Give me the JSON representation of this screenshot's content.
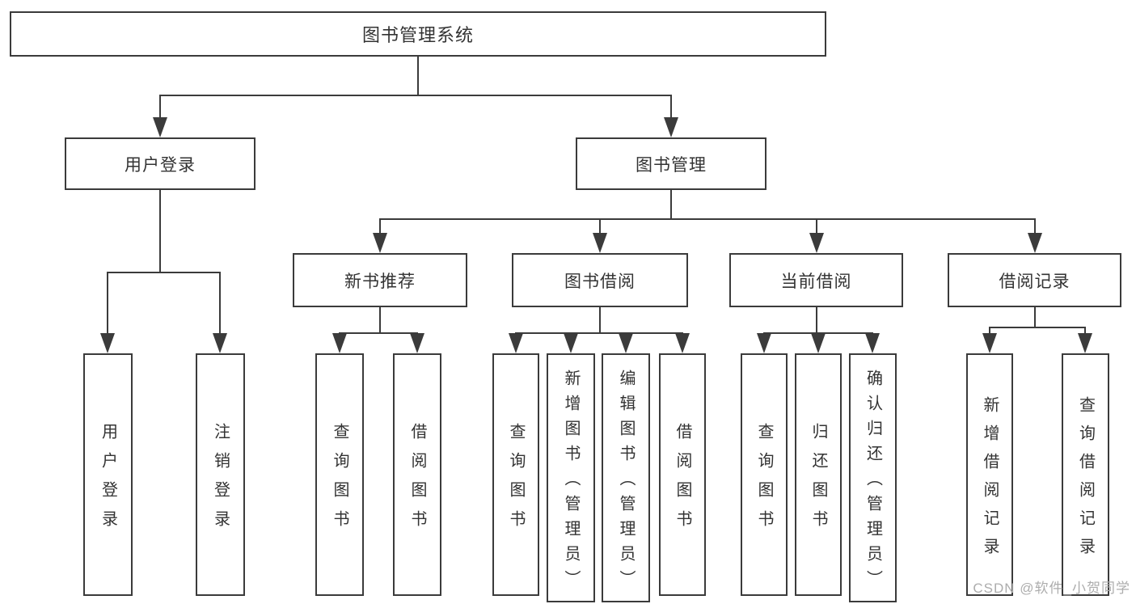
{
  "diagram": {
    "root": {
      "label": "图书管理系统"
    },
    "user": {
      "label": "用户登录",
      "leaves": [
        "用户登录",
        "注销登录"
      ]
    },
    "mgmt": {
      "label": "图书管理",
      "groups": [
        {
          "label": "新书推荐",
          "leaves": [
            "查询图书",
            "借阅图书"
          ]
        },
        {
          "label": "图书借阅",
          "leaves": [
            "查询图书",
            "新增图书（管理员）",
            "编辑图书（管理员）",
            "借阅图书"
          ]
        },
        {
          "label": "当前借阅",
          "leaves": [
            "查询图书",
            "归还图书",
            "确认归还（管理员）"
          ]
        },
        {
          "label": "借阅记录",
          "leaves": [
            "新增借阅记录",
            "查询借阅记录"
          ]
        }
      ]
    }
  },
  "watermark": {
    "text": "CSDN @软件_小贺同学"
  },
  "colors": {
    "line": "#3b3b3b",
    "text": "#333333",
    "watermark": "#adadad",
    "background": "#ffffff"
  }
}
